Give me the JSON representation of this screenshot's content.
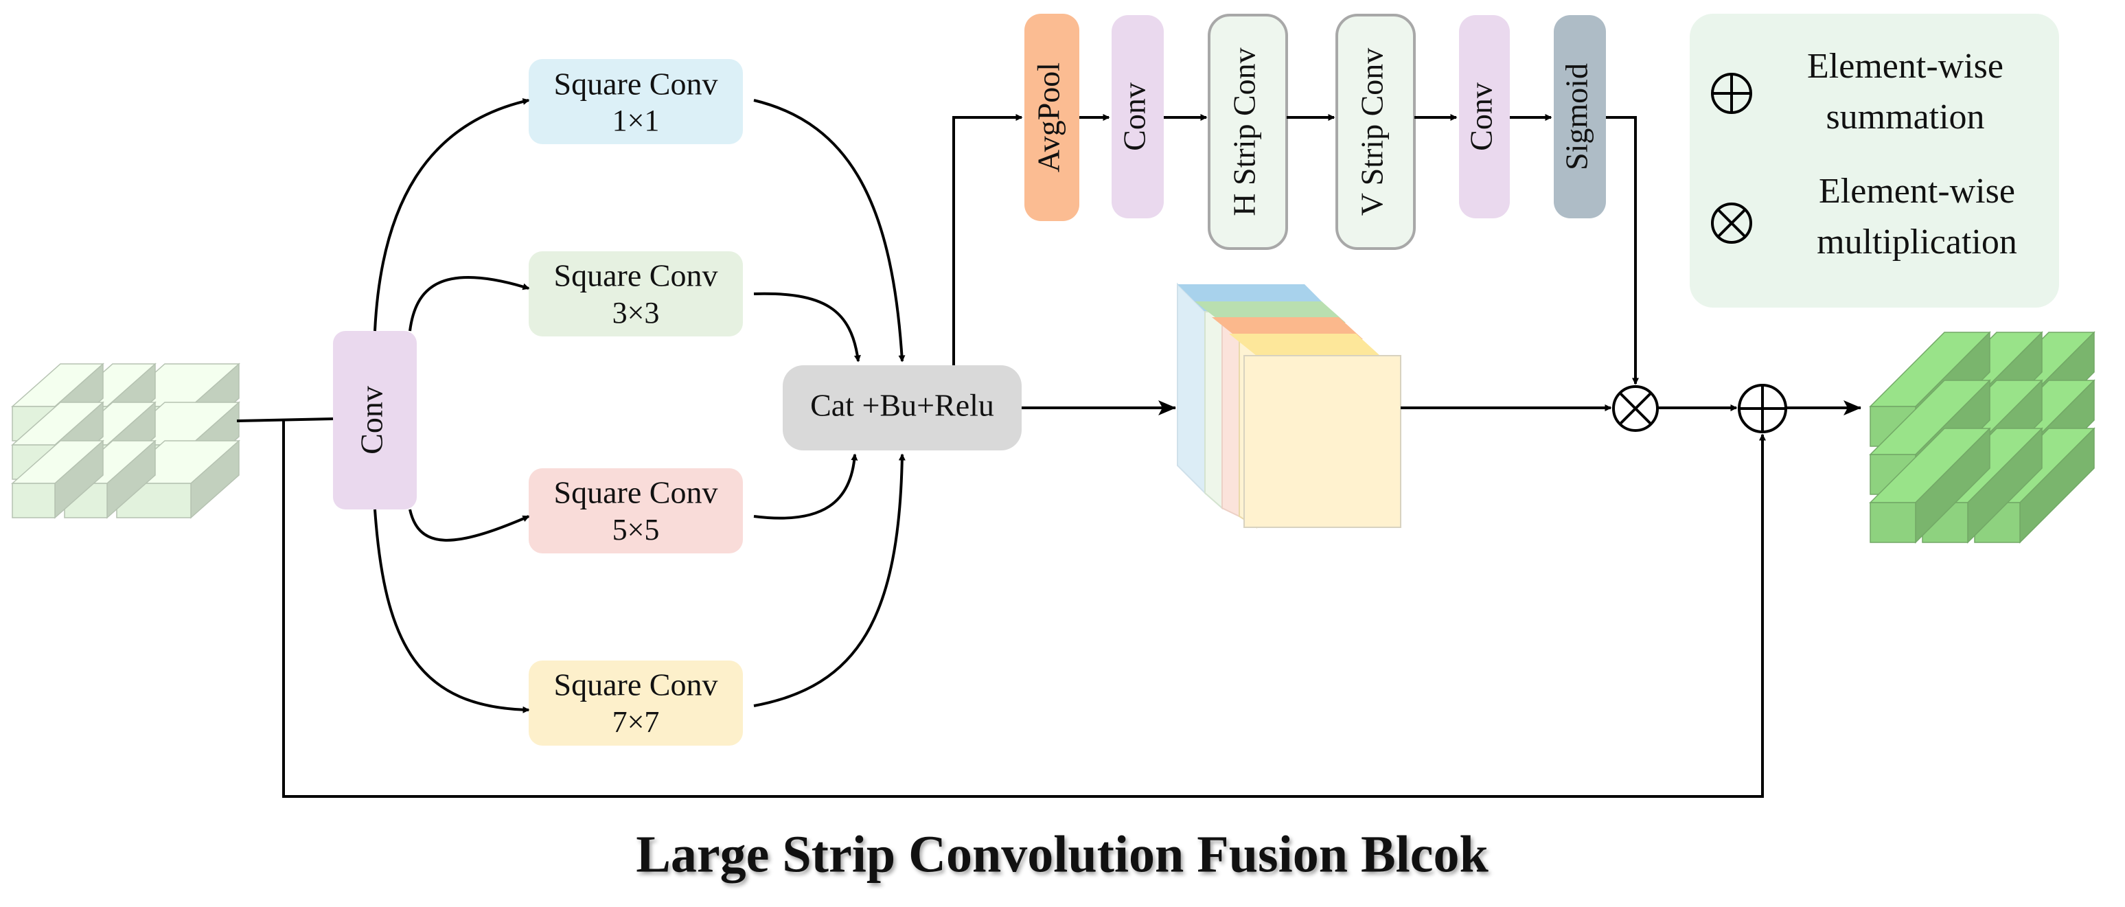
{
  "title": "Large Strip Convolution Fusion Blcok",
  "blocks": {
    "conv_main": "Conv",
    "square_1": {
      "line1": "Square Conv",
      "line2": "1×1"
    },
    "square_3": {
      "line1": "Square Conv",
      "line2": "3×3"
    },
    "square_5": {
      "line1": "Square Conv",
      "line2": "5×5"
    },
    "square_7": {
      "line1": "Square Conv",
      "line2": "7×7"
    },
    "cat": "Cat +Bu+Relu",
    "avgpool": "AvgPool",
    "conv_a": "Conv",
    "h_strip": "H Strip Conv",
    "v_strip": "V Strip Conv",
    "conv_b": "Conv",
    "sigmoid": "Sigmoid"
  },
  "legend": {
    "sum_line1": "Element-wise",
    "sum_line2": "summation",
    "mul_line1": "Element-wise",
    "mul_line2": "multiplication"
  },
  "colors": {
    "square_1": "#dcf0f7",
    "square_3": "#e6f1e1",
    "square_5": "#f9dcd9",
    "square_7": "#fdf0cb",
    "conv": "#ead9ee",
    "avgpool": "#fbbc92",
    "strip_fill": "#eef6ee",
    "strip_border": "#a8a8a8",
    "sigmoid": "#aebcc6",
    "cat": "#d9d9d9",
    "legend_bg": "#eaf5ec",
    "input_cube": "#e2f2dd",
    "output_cube": "#8ed27f"
  }
}
